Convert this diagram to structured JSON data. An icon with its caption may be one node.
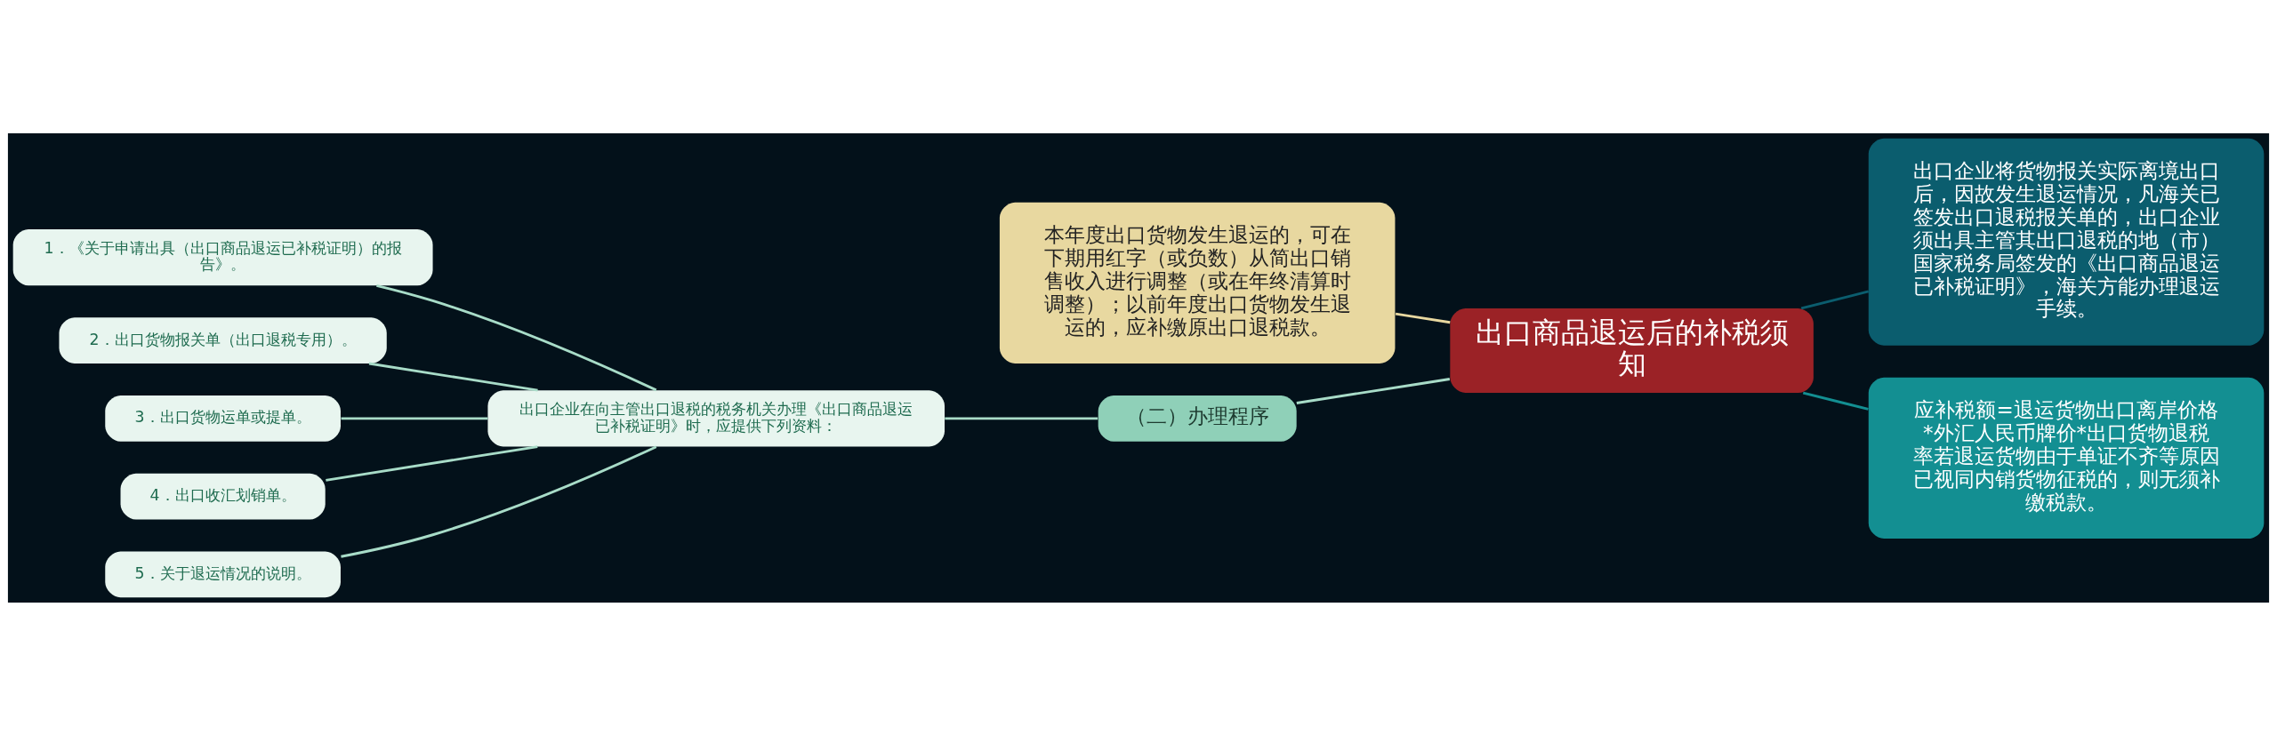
{
  "diagram": {
    "nodes": [
      {
        "text": [
          "出口商品退运后的补税须知"
        ]
      },
      {
        "text": [
          "本年度出口货物发生退运的，可在下期用红字（或负数）从简出口销售收入进行调整（或在年终清算时调整）；以前年度出口货物发生退运的，应补缴原出口退税款。"
        ]
      },
      {
        "text": [
          "出口企业将货物报关实际离境出口后，因故发生退运情况，凡海关已签发出口退税报关单的，出口企业须出具主管其出口退税的地（市）国家税务局签发的《出口商品退运已补税证明》，海关方能办理退运手续。"
        ]
      },
      {
        "text": [
          "应补税额=退运货物出口离岸价格*外汇人民币牌价*出口货物退税率若退运货物由于单证不齐等原因已视同内销货物征税的，则无须补缴税款。"
        ]
      },
      {
        "text": [
          "（二）办理程序"
        ]
      },
      {
        "text": [
          "出口企业在向主管出口退税的税务机关办理《出口商品退运已补税证明》时，应提供下列资料："
        ]
      },
      {
        "text": [
          "1．《关于申请出具（出口商品退运已补税证明）的报告》。"
        ]
      },
      {
        "text": [
          "2．出口货物报关单（出口退税专用）。"
        ]
      },
      {
        "text": [
          "3．出口货物运单或提单。"
        ]
      },
      {
        "text": [
          "4．出口收汇划销单。"
        ]
      },
      {
        "text": [
          "5．关于退运情况的说明。"
        ]
      }
    ],
    "edges": [
      {
        "from": 0,
        "to": 1,
        "arrow": "none",
        "color": "#e8d8a0"
      },
      {
        "from": 0,
        "to": 2,
        "arrow": "none",
        "color": "#0b5d6e"
      },
      {
        "from": 0,
        "to": 3,
        "arrow": "none",
        "color": "#138f92"
      },
      {
        "from": 0,
        "to": 4,
        "arrow": "none"
      },
      {
        "from": 4,
        "to": 5,
        "arrow": "none"
      },
      {
        "from": 5,
        "to": 6,
        "arrow": "none"
      },
      {
        "from": 5,
        "to": 7,
        "arrow": "none"
      },
      {
        "from": 5,
        "to": 8,
        "arrow": "none"
      },
      {
        "from": 5,
        "to": 9,
        "arrow": "none"
      },
      {
        "from": 5,
        "to": 10,
        "arrow": "none"
      }
    ]
  }
}
